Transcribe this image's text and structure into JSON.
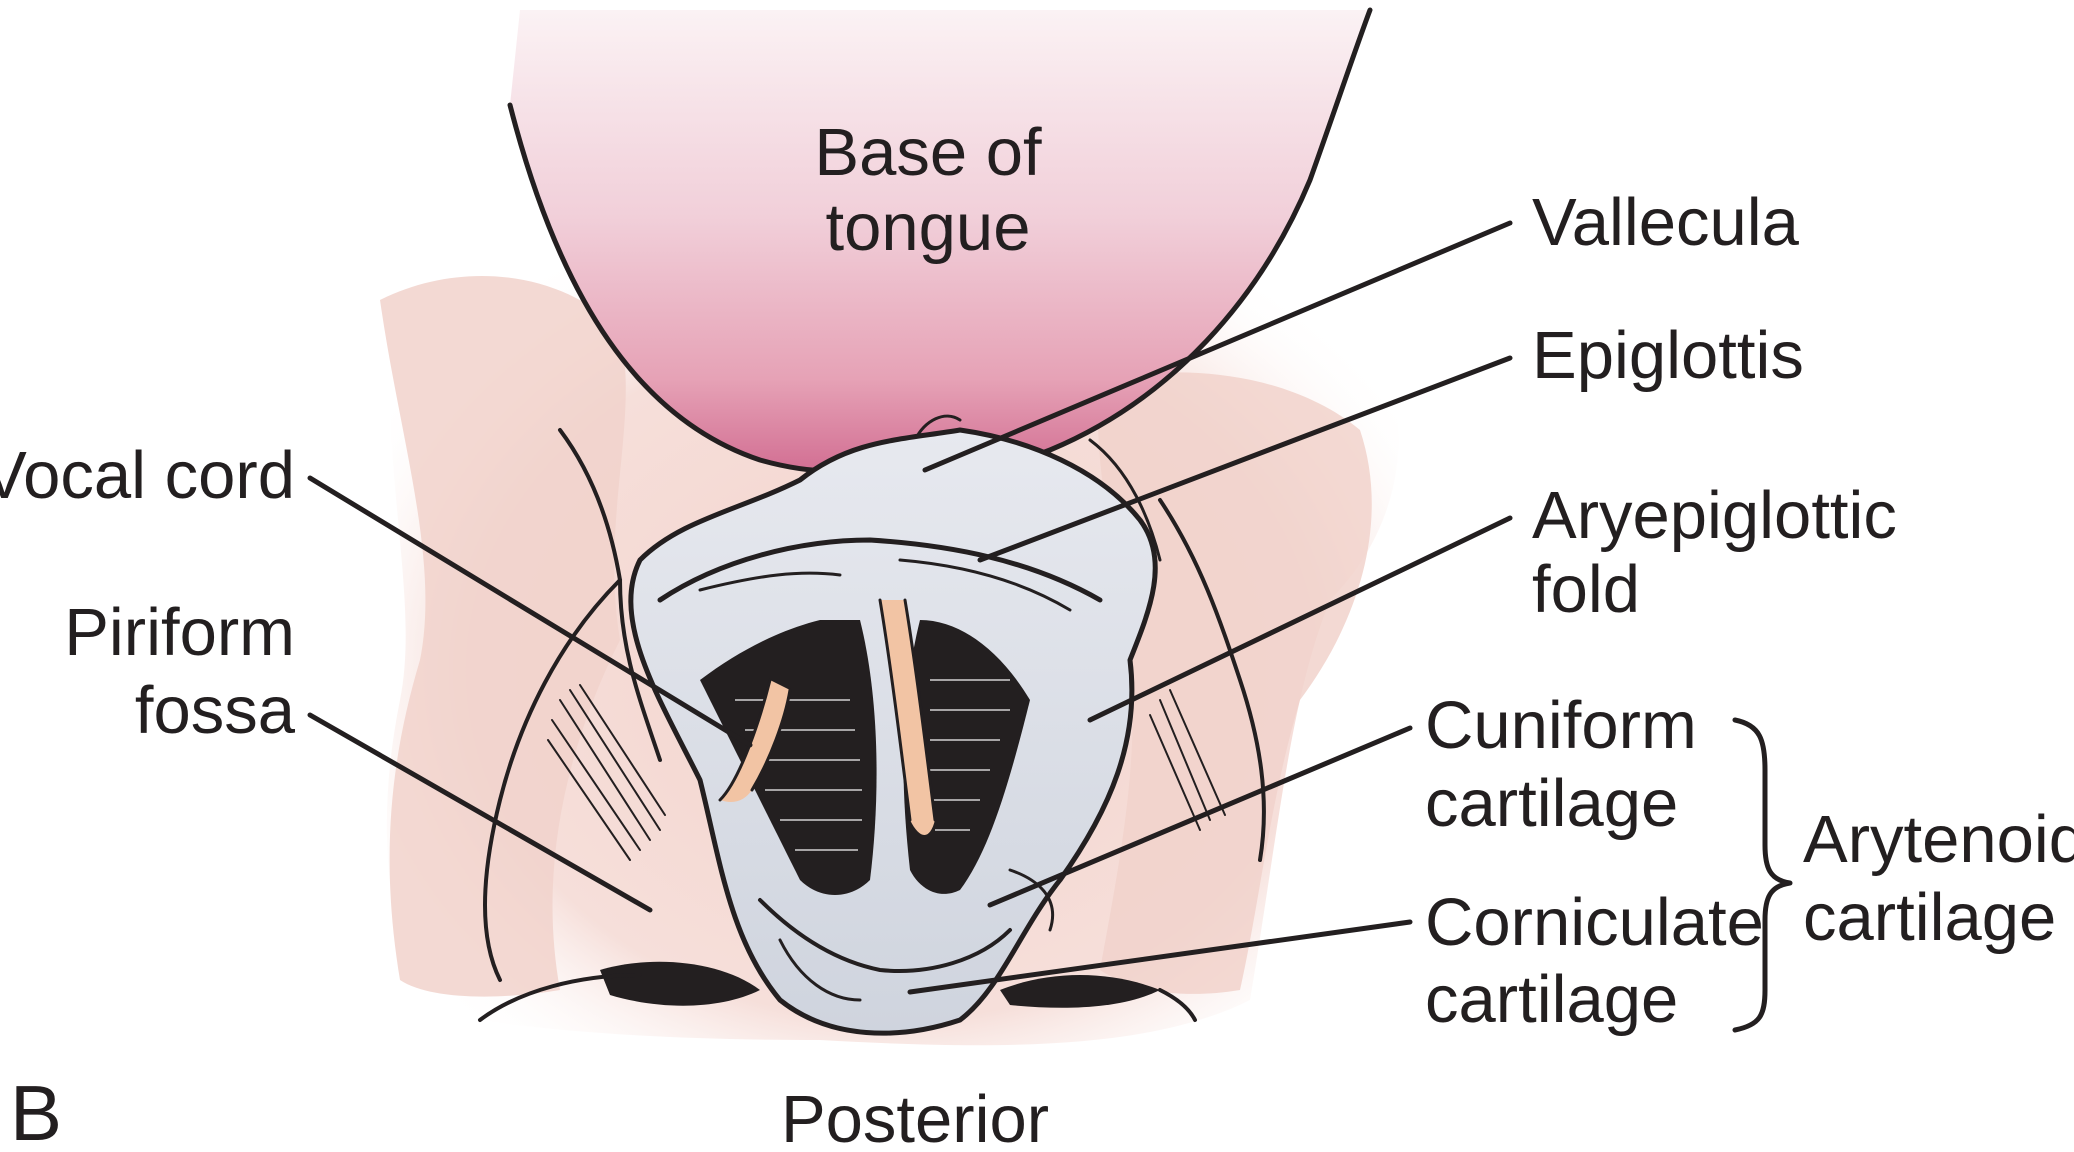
{
  "figure": {
    "panel_letter": "B",
    "orientation_label": "Posterior",
    "colors": {
      "tongue": "#d8789a",
      "tongue_light": "#f3d4dc",
      "mucosa_pink": "#f0cfc8",
      "cartilage_gray": "#d9dde6",
      "vocal_cord": "#f2c4a4",
      "airway_dark": "#231f20",
      "ink": "#231f20"
    }
  },
  "labels": {
    "base_of_tongue_1": "Base of",
    "base_of_tongue_2": "tongue",
    "vallecula": "Vallecula",
    "epiglottis": "Epiglottis",
    "aryepiglottic_1": "Aryepiglottic",
    "aryepiglottic_2": "fold",
    "vocal_cord": "Vocal cord",
    "piriform_1": "Piriform",
    "piriform_2": "fossa",
    "cuniform_1": "Cuniform",
    "cuniform_2": "cartilage",
    "corniculate_1": "Corniculate",
    "corniculate_2": "cartilage",
    "arytenoid_1": "Arytenoid",
    "arytenoid_2": "cartilage"
  }
}
